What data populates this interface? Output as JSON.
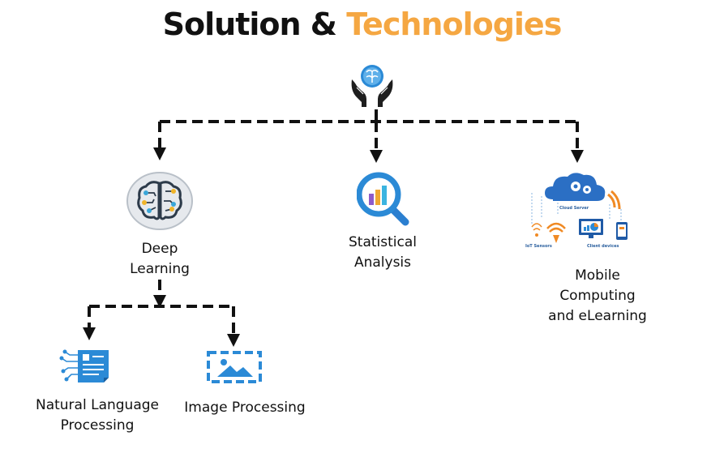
{
  "title": {
    "part1": "Solution &",
    "part2": "Technologies"
  },
  "colors": {
    "accent": "#f5a742",
    "blue": "#2b8ad6",
    "dark": "#111111",
    "orange": "#f08a24"
  },
  "nodes": {
    "root": {
      "icon": "brain-in-hands-icon"
    },
    "deep_learning": {
      "icon": "neural-brain-icon",
      "line1": "Deep",
      "line2": "Learning"
    },
    "statistical_analysis": {
      "icon": "magnifier-chart-icon",
      "line1": "Statistical",
      "line2": "Analysis"
    },
    "mobile_computing": {
      "icon": "cloud-iot-network-icon",
      "line1": "Mobile",
      "line2": "Computing",
      "line3": "and eLearning",
      "cloud_label": "Cloud Server",
      "sensors_label": "IoT Sensors",
      "devices_label": "Client devices"
    },
    "nlp": {
      "icon": "document-nodes-icon",
      "line1": "Natural Language",
      "line2": "Processing"
    },
    "image_processing": {
      "icon": "image-frame-icon",
      "line1": "Image Processing"
    }
  }
}
